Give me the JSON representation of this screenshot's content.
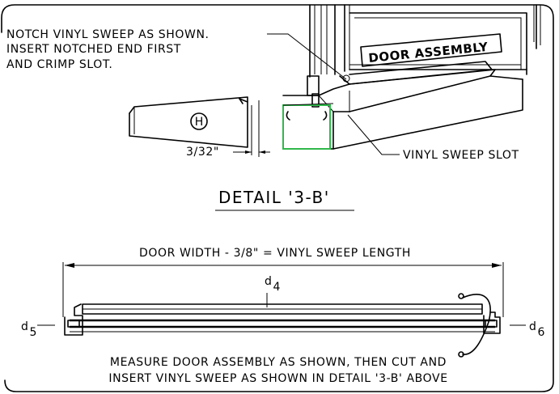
{
  "detail": {
    "note_lines": [
      "NOTCH VINYL SWEEP AS SHOWN.",
      "INSERT NOTCHED END FIRST",
      "AND CRIMP SLOT."
    ],
    "door_assembly_label": "DOOR ASSEMBLY",
    "sweep_marker": "H",
    "gap_dimension": "3/32\"",
    "slot_label": "VINYL SWEEP SLOT",
    "title": "DETAIL '3-B'"
  },
  "section": {
    "formula": "DOOR WIDTH - 3/8\" = VINYL SWEEP LENGTH",
    "labels": {
      "d4": {
        "base": "d",
        "sub": "4"
      },
      "d5": {
        "base": "d",
        "sub": "5"
      },
      "d6": {
        "base": "d",
        "sub": "6"
      }
    },
    "instruction_lines": [
      "MEASURE DOOR ASSEMBLY AS SHOWN, THEN CUT AND",
      "INSERT VINYL SWEEP AS SHOWN IN DETAIL '3-B' ABOVE"
    ]
  },
  "colors": {
    "line": "#000000",
    "highlight": "#2fb84a",
    "background": "#ffffff"
  }
}
